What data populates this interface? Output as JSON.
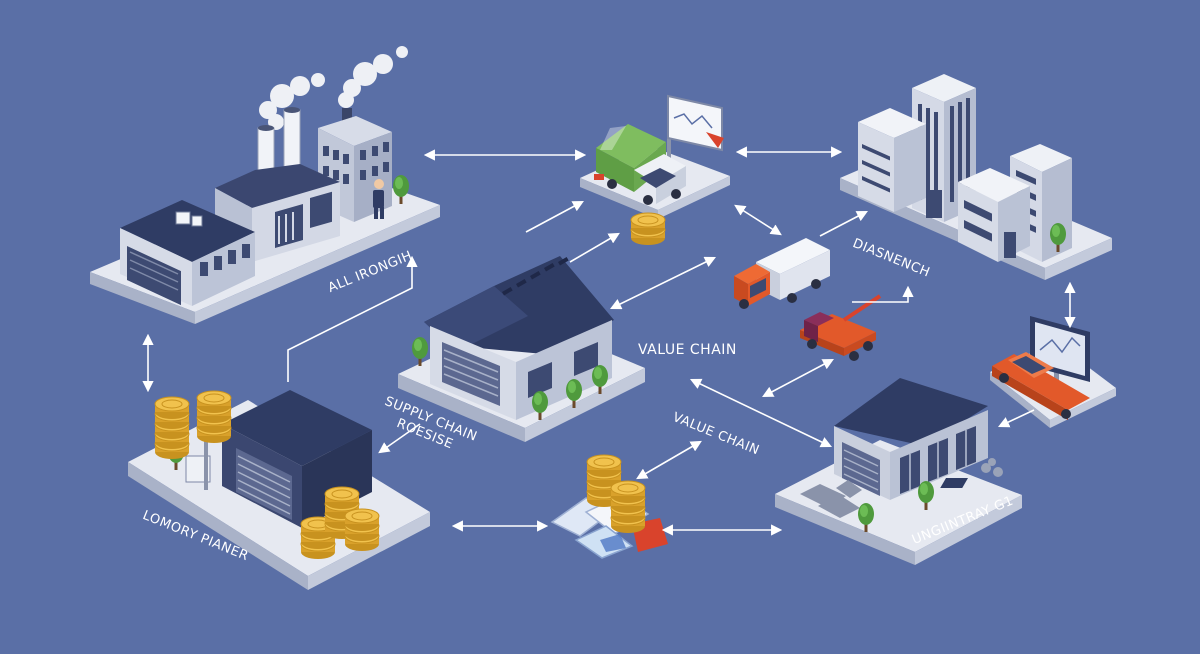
{
  "colors": {
    "background": "#5a6fa6",
    "platform_top": "#e6e9f1",
    "platform_side": "#b4bccf",
    "building_roof": "#2f3c64",
    "building_wall": "#c9cfdd",
    "coin": "#e7b53b",
    "truck_orange": "#e2592a",
    "truck_green": "#6aa84f",
    "tree": "#4f9a3d",
    "arrow": "#ffffff"
  },
  "labels": {
    "factory_link": "ALL IRONGIH",
    "supply_chain": [
      "SUPPLY CHAIN",
      "ROESISE"
    ],
    "value_chain_center": "VALUE CHAIN",
    "value_chain_lower": "VALUE CHAIN",
    "distribution": "DIASNENCH",
    "storage_left": "LOMORY PIANER",
    "storage_right": "UNGIINTRAY G1"
  },
  "icons": {
    "factory": "factory-icon",
    "recycling_truck": "recycling-truck-icon",
    "city_buildings": "city-buildings-icon",
    "central_warehouse": "warehouse-icon",
    "left_warehouse": "warehouse-icon",
    "right_warehouse": "warehouse-icon",
    "delivery_truck": "delivery-truck-icon",
    "tow_truck": "tow-truck-icon",
    "monitor": "monitor-chart-icon",
    "coins": "coin-stack-icon",
    "prism": "prism-icon"
  }
}
